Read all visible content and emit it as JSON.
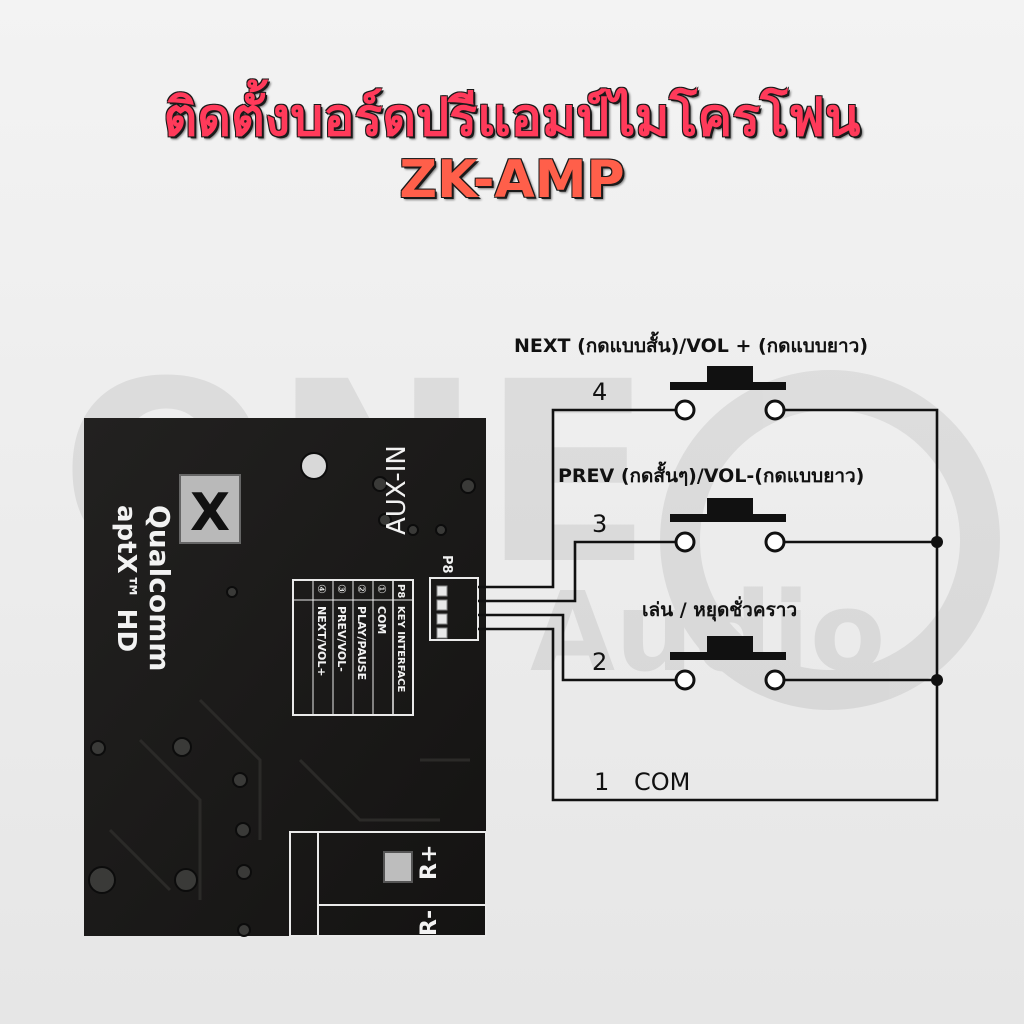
{
  "title": {
    "line1": "ติดตั้งบอร์ดปรีแอมป์ไมโครโฟน",
    "line2": "ZK-AMP"
  },
  "watermark": {
    "text1": "ONE",
    "text2": "Audio"
  },
  "board": {
    "logo_text": "Qualcomm",
    "logo_sub": "aptX™ HD",
    "aux_label": "AUX-IN",
    "connector_label": "P8",
    "terminal_label_pos": "R+",
    "terminal_label_neg": "R-",
    "key_table": {
      "header_left": "P8",
      "header_right": "KEY INTERFACE",
      "rows": [
        {
          "num": "①",
          "name": "COM"
        },
        {
          "num": "②",
          "name": "PLAY/PAUSE"
        },
        {
          "num": "③",
          "name": "PREV/VOL-"
        },
        {
          "num": "④",
          "name": "NEXT/VOL+"
        }
      ]
    }
  },
  "switches": [
    {
      "num": "4",
      "label": "NEXT (กดแบบสั้น)/VOL + (กดแบบยาว)"
    },
    {
      "num": "3",
      "label": "PREV (กดสั้นๆ)/VOL-(กดแบบยาว)"
    },
    {
      "num": "2",
      "label": "เล่น / หยุดชั่วคราว"
    }
  ],
  "com": {
    "num": "1",
    "label": "COM"
  },
  "colors": {
    "title_main": "#ff3a5a",
    "title_model": "#ff5f4a",
    "board": "#1b1a19",
    "wire": "#111111"
  }
}
